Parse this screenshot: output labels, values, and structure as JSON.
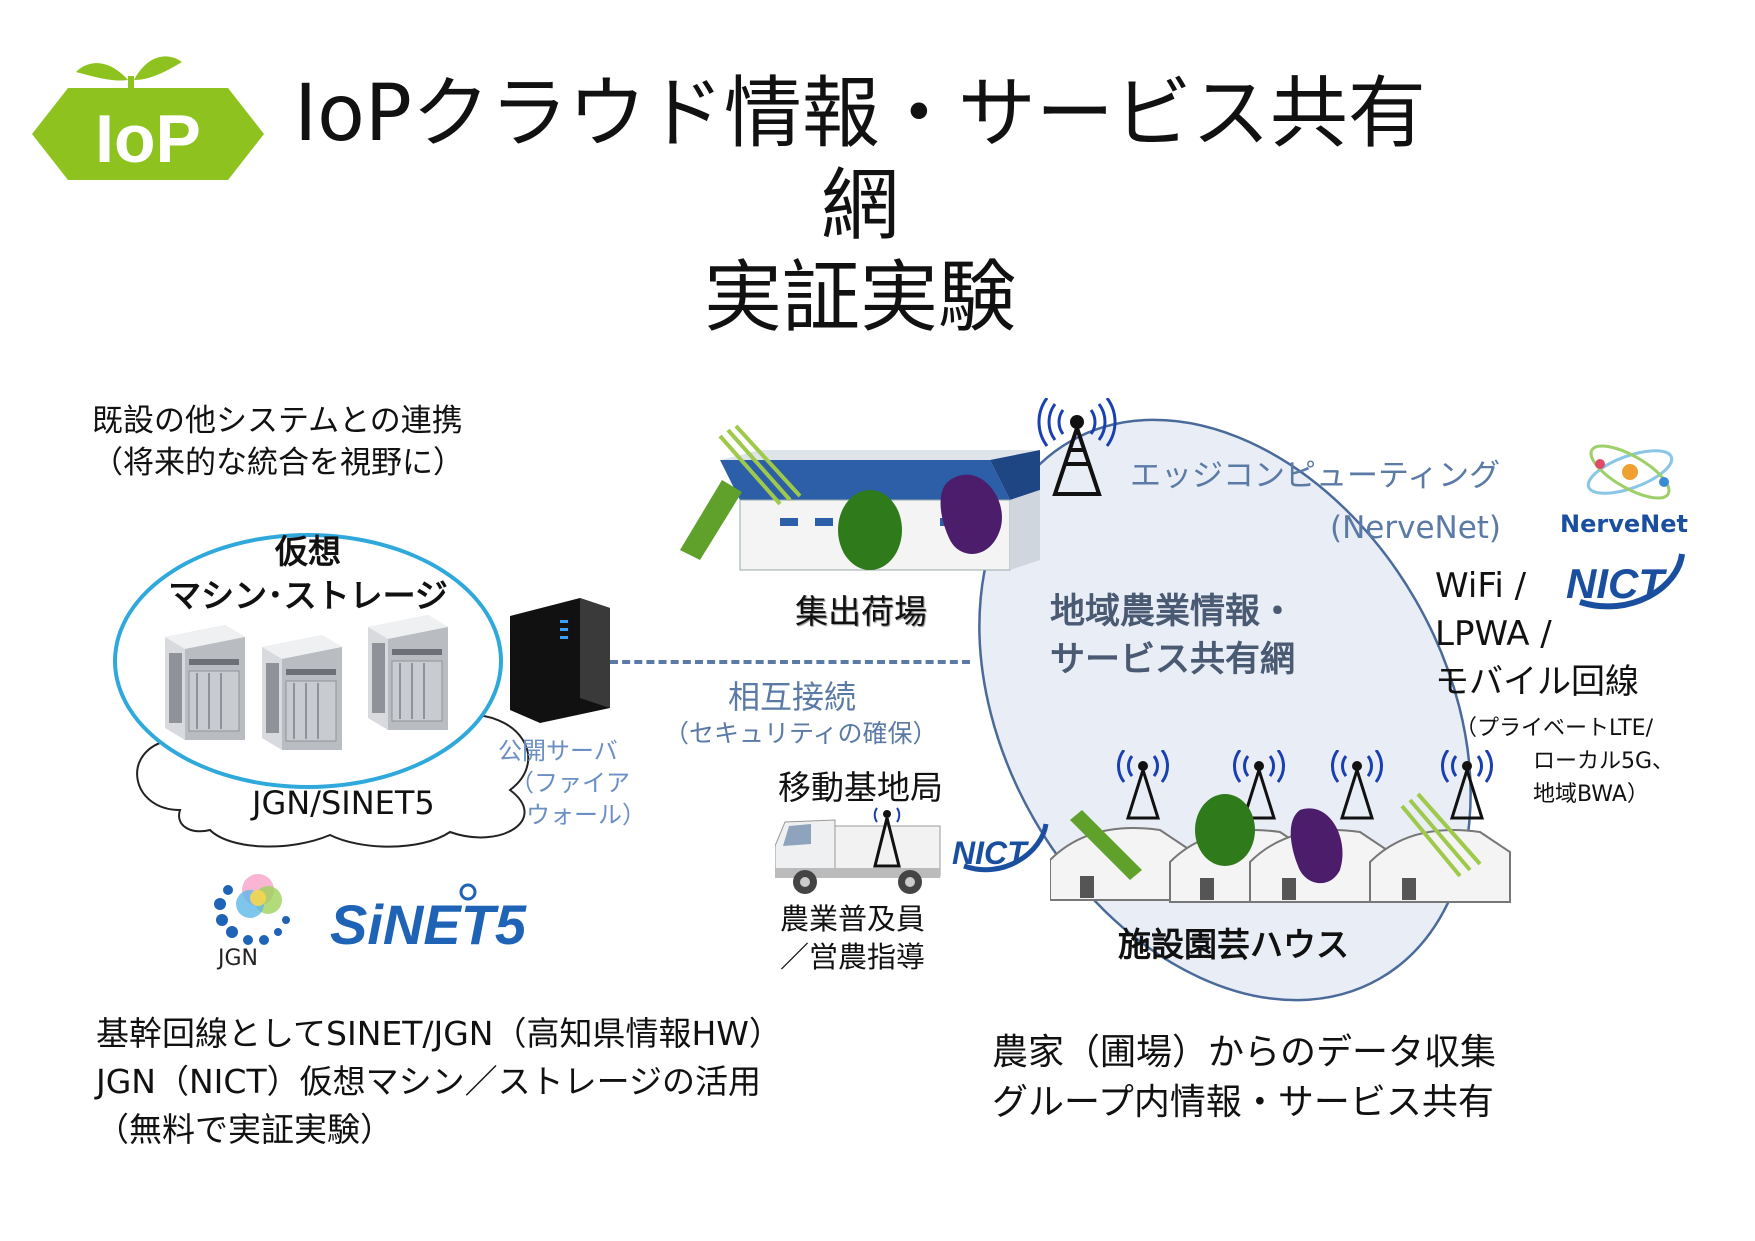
{
  "title": {
    "line1": "IoPクラウド情報・サービス共有網",
    "line2": "実証実験",
    "logo_text": "IoP"
  },
  "left": {
    "note_line1": "既設の他システムとの連携",
    "note_line2": "（将来的な統合を視野に）",
    "vm_line1": "仮想",
    "vm_line2": "マシン･ストレージ",
    "cloud_label": "JGN/SINET5",
    "public_server_line1": "公開サーバ",
    "public_server_line2": "（ファイア",
    "public_server_line3": "ウォール）",
    "jgn_logo": "JGN",
    "sinet_logo": "SiNET5",
    "bottom_line1": "基幹回線としてSINET/JGN（高知県情報HW）",
    "bottom_line2": "JGN（NICT）仮想マシン／ストレージの活用",
    "bottom_line3": "（無料で実証実験）"
  },
  "center": {
    "interconnect": "相互接続",
    "security": "（セキュリティの確保）",
    "shipping": "集出荷場",
    "mobile_station": "移動基地局",
    "extension_line1": "農業普及員",
    "extension_line2": "／営農指導",
    "nict_logo_small": "NICT"
  },
  "right": {
    "edge_line1": "エッジコンピューティング",
    "edge_line2": "(NerveNet)",
    "nervenet_logo": "NerveNet",
    "nict_logo": "NICT",
    "network_line1": "地域農業情報・",
    "network_line2": "サービス共有網",
    "wireless_line1": "WiFi /",
    "wireless_line2": "LPWA /",
    "wireless_line3": "モバイル回線",
    "private_line1": "（プライベートLTE/",
    "private_line2": "ローカル5G、",
    "private_line3": "地域BWA）",
    "greenhouse": "施設園芸ハウス",
    "bottom_line1": "農家（圃場）からのデータ収集",
    "bottom_line2": "グループ内情報・サービス共有"
  },
  "colors": {
    "logo_green": "#8dc21f",
    "vm_circle": "#2fa8dc",
    "ellipse_fill": "#e9edf6",
    "ellipse_stroke": "#4a6a9a",
    "link_blue": "#5b7aa6",
    "nict_blue": "#1a4fa0"
  }
}
